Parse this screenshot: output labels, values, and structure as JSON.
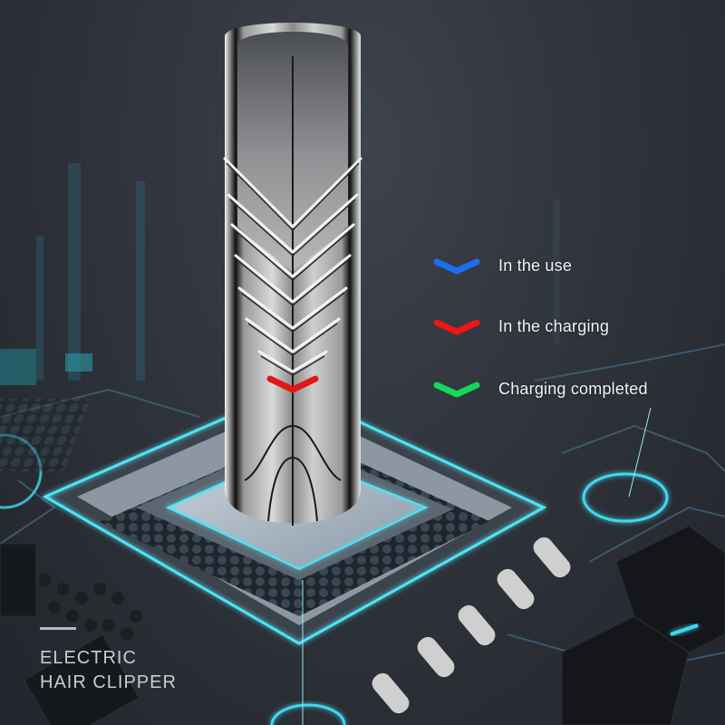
{
  "product": {
    "name_line1": "ELECTRIC",
    "name_line2": "HAIR CLIPPER",
    "indicator_color": "#e01818"
  },
  "legend": {
    "items": [
      {
        "label": "In the use",
        "color": "#1e6ef0",
        "icon": "chevron-indicator-icon"
      },
      {
        "label": "In the charging",
        "color": "#f01414",
        "icon": "chevron-indicator-icon"
      },
      {
        "label": "Charging completed",
        "color": "#14d85a",
        "icon": "chevron-indicator-icon"
      }
    ]
  },
  "scene": {
    "background": "#2c3038",
    "glow_color": "#3fd8f0"
  }
}
